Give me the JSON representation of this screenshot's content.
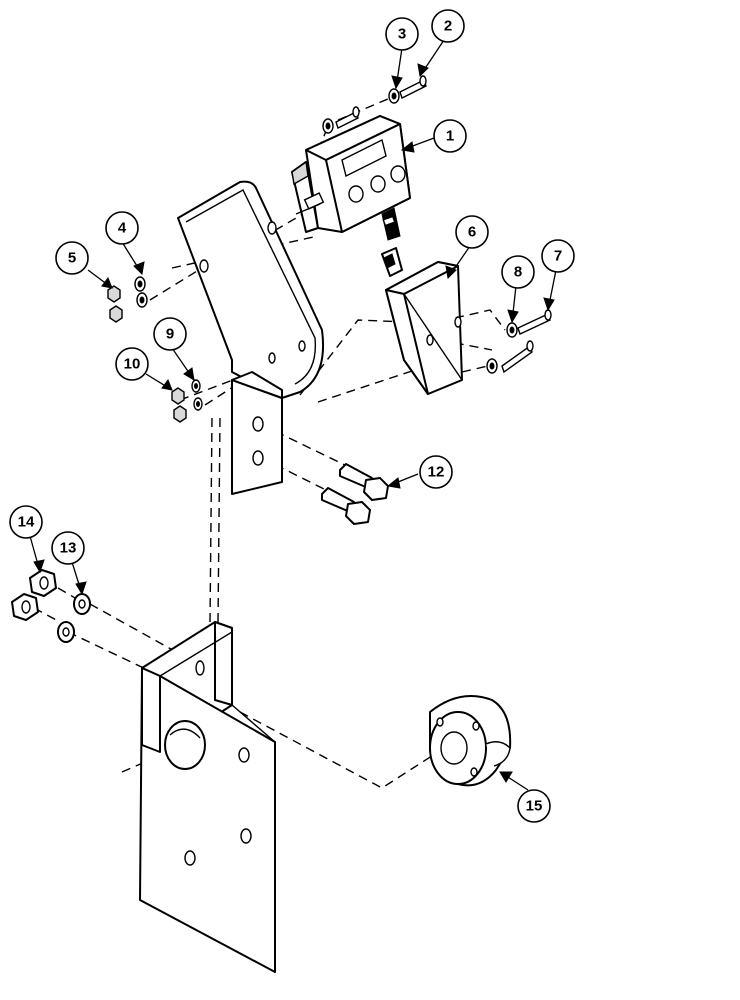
{
  "callouts": {
    "c1": "1",
    "c2": "2",
    "c3": "3",
    "c4": "4",
    "c5": "5",
    "c6": "6",
    "c7": "7",
    "c8": "8",
    "c9": "9",
    "c10": "10",
    "c12": "12",
    "c13": "13",
    "c14": "14",
    "c15": "15"
  }
}
